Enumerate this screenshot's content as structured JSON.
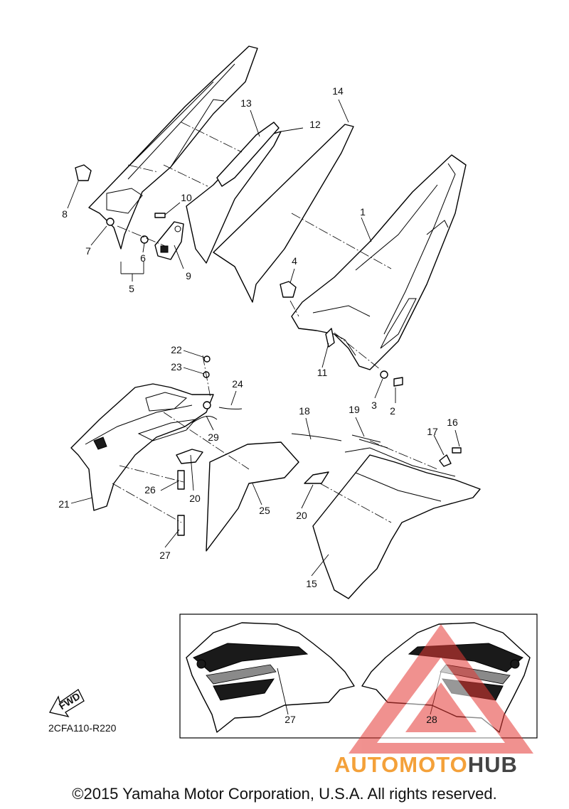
{
  "callouts": [
    "1",
    "2",
    "3",
    "4",
    "5",
    "6",
    "7",
    "8",
    "9",
    "10",
    "11",
    "12",
    "13",
    "14",
    "15",
    "16",
    "17",
    "18",
    "19",
    "20",
    "20",
    "21",
    "22",
    "23",
    "24",
    "25",
    "26",
    "27",
    "27",
    "28",
    "29"
  ],
  "fwd_label": "FWD",
  "diagram_code": "2CFA110-R220",
  "copyright": "©2015 Yamaha Motor Corporation, U.S.A. All rights reserved.",
  "watermark": {
    "part1": "AUTOMOTO",
    "part2": "HUB",
    "color1": "#f4a13a",
    "color2": "#444444",
    "triangle_color": "#e53935"
  },
  "colors": {
    "line": "#000000",
    "background": "#ffffff"
  }
}
